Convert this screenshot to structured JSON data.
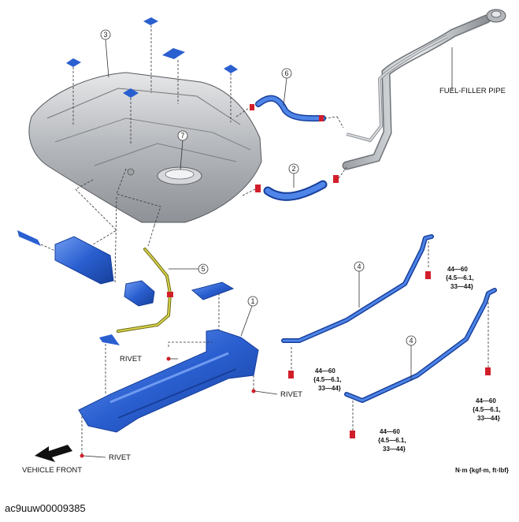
{
  "callouts": [
    "1",
    "2",
    "3",
    "4",
    "4",
    "5",
    "6",
    "7"
  ],
  "labels": {
    "fuel_filler_pipe": "FUEL-FILLER PIPE",
    "rivet": "RIVET",
    "vehicle_front": "VEHICLE FRONT",
    "unit_note": "N·m {kgf·m, ft·lbf}"
  },
  "torque_spec": {
    "line1": "44—60",
    "line2": "{4.5—6.1,",
    "line3": "33—44}"
  },
  "figure_id": "ac9uuw00009385",
  "colors": {
    "part_blue": "#2a5fd0",
    "tank_gray": "#b9bcc0",
    "fastener_red": "#d21e2a",
    "pipe_yellow": "#c9c43a"
  }
}
